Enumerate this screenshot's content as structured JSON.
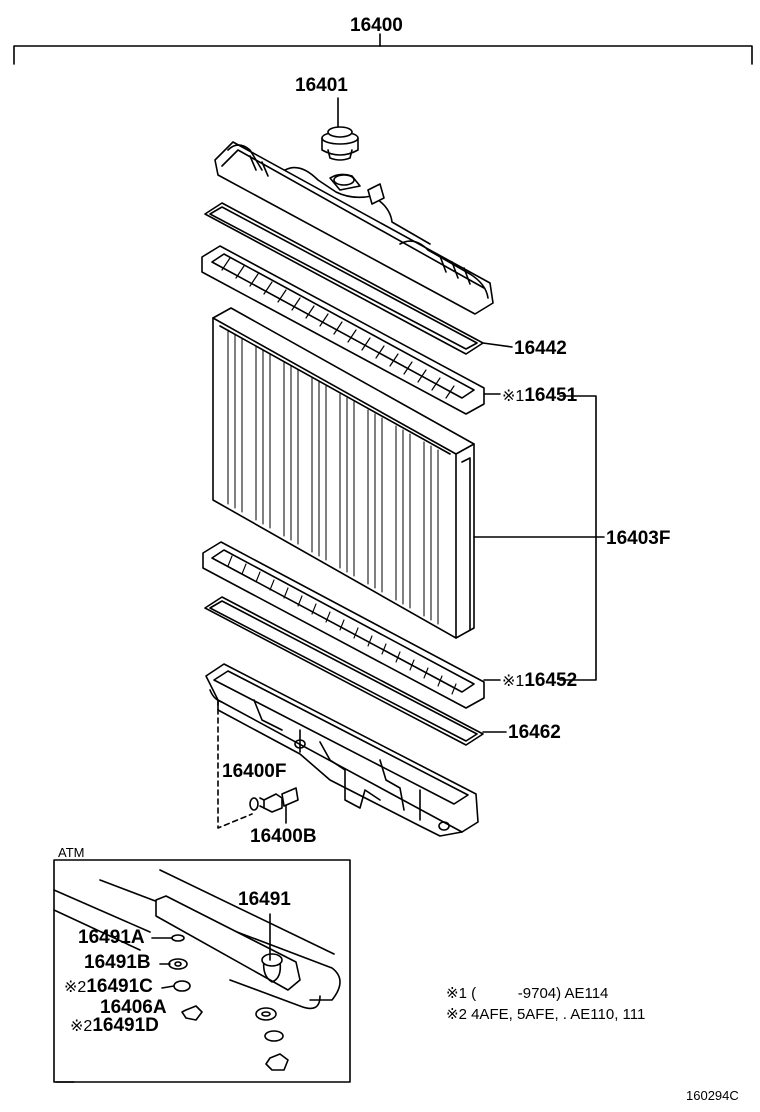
{
  "labels": {
    "assembly": "16400",
    "cap": "16401",
    "upper_gasket": "16442",
    "upper_plate": "16451",
    "core": "16403F",
    "lower_plate": "16452",
    "lower_gasket": "16462",
    "drain_gasket": "16400F",
    "drain_cock": "16400B",
    "atm_pipe": "16491",
    "atm_a": "16491A",
    "atm_b": "16491B",
    "atm_c": "16491C",
    "atm_gasket": "16406A",
    "atm_d": "16491D"
  },
  "marks": {
    "mark1": "※1",
    "mark2": "※2"
  },
  "atm_title": "ATM",
  "notes": [
    {
      "mark": "※1",
      "text": "(          -9704) AE114"
    },
    {
      "mark": "※2",
      "text": "4AFE, 5AFE, . AE110, 111"
    }
  ],
  "diagram_id": "160294C"
}
